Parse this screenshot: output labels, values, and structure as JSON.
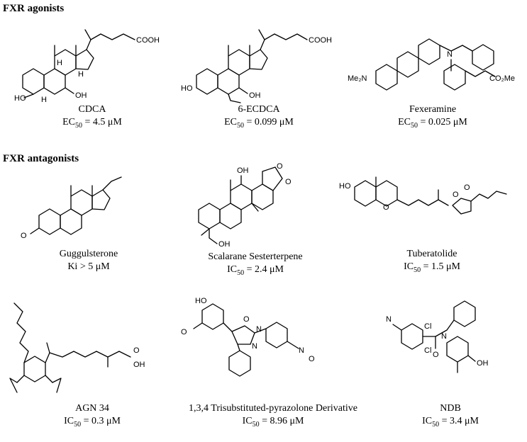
{
  "sections": {
    "agonists_title": "FXR agonists",
    "antagonists_title": "FXR antagonists"
  },
  "compounds": [
    {
      "name": "CDCA",
      "metric": "EC",
      "sub": "50",
      "value": " = 4.5 μM",
      "labels": [
        "COOH",
        "HO",
        "OH",
        "H",
        "H",
        "H"
      ]
    },
    {
      "name": "6-ECDCA",
      "metric": "EC",
      "sub": "50",
      "value": " = 0.099 μM",
      "labels": [
        "COOH",
        "HO",
        "OH"
      ]
    },
    {
      "name": "Fexeramine",
      "metric": "EC",
      "sub": "50",
      "value": " = 0.025 μM",
      "labels": [
        "Me₂N",
        "N",
        "CO₂Me"
      ]
    },
    {
      "name": "Guggulsterone",
      "metric": "Ki",
      "sub": "",
      "value": " > 5 μM",
      "labels": [
        "O"
      ]
    },
    {
      "name": "Scalarane Sesterterpene",
      "metric": "IC",
      "sub": "50",
      "value": " = 2.4 μM",
      "labels": [
        "OH",
        "O",
        "O",
        "OH"
      ]
    },
    {
      "name": "Tuberatolide",
      "metric": "IC",
      "sub": "50",
      "value": " = 1.5 μM",
      "labels": [
        "HO",
        "O",
        "O",
        "O"
      ]
    },
    {
      "name": "AGN 34",
      "metric": "IC",
      "sub": "50",
      "value": " = 0.3 μM",
      "labels": [
        "O",
        "OH"
      ]
    },
    {
      "name": "1,3,4 Trisubstituted-pyrazolone Derivative",
      "metric": "IC",
      "sub": "50",
      "value": " = 8.96 μM",
      "labels": [
        "HO",
        "O",
        "O",
        "N",
        "N",
        "N",
        "O"
      ]
    },
    {
      "name": "NDB",
      "metric": "IC",
      "sub": "50",
      "value": " = 3.4 μM",
      "labels": [
        "N",
        "Cl",
        "Cl",
        "N",
        "O",
        "OH"
      ]
    }
  ]
}
